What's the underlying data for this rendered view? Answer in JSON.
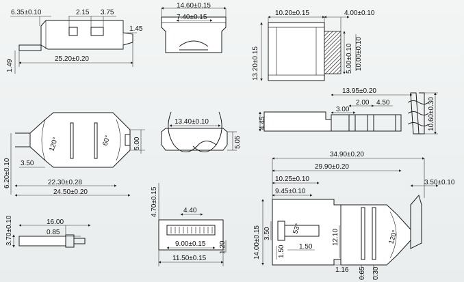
{
  "dimensions": {
    "v1": {
      "d1": "6.35±0.10",
      "d2": "2.15",
      "d3": "3.75",
      "d4": "1.45",
      "d5": "1.49",
      "d6": "25.20±0.20"
    },
    "v2": {
      "d1": "14.60±0.15",
      "d2": "7.40±0.15"
    },
    "v3": {
      "d1": "10.20±0.15",
      "d2": "4.00±0.10",
      "d3": "13.20±0.15",
      "d4": "5.00±0.10",
      "d5": "10.00±0.10"
    },
    "v4": {
      "d1": "120°",
      "d2": "60°",
      "d3": "5.00",
      "d4": "3.50",
      "d5": "6.20±0.10",
      "d6": "22.30±0.28",
      "d7": "24.50±0.20"
    },
    "v5": {
      "d1": "13.40±0.10",
      "d2": "5.05"
    },
    "v6": {
      "d1": "13.95±0.20",
      "d2": "2.00",
      "d3": "4.50",
      "d4": "3.00",
      "d5": "4.45",
      "d6": "10.60±0.30"
    },
    "v7": {
      "d1": "16.00",
      "d2": "0.85",
      "d3": "3.70±0.10"
    },
    "v8": {
      "d1": "4.70±0.15",
      "d2": "4.40",
      "d3": "9.00±0.15",
      "d4": "1.20",
      "d5": "11.50±0.15"
    },
    "v9": {
      "d1": "34.90±0.20",
      "d2": "29.90±0.20",
      "d3": "10.25±0.10",
      "d4": "9.45±0.10",
      "d5": "3.50±0.10",
      "d6": "14.00±0.15",
      "d7": "3.50",
      "d8": "53°",
      "d9": "12.10",
      "d10": "120°",
      "d11": "1.50",
      "d12": "1.50",
      "d13": "1.16",
      "d14": "0.65",
      "d15": "0.30"
    }
  }
}
